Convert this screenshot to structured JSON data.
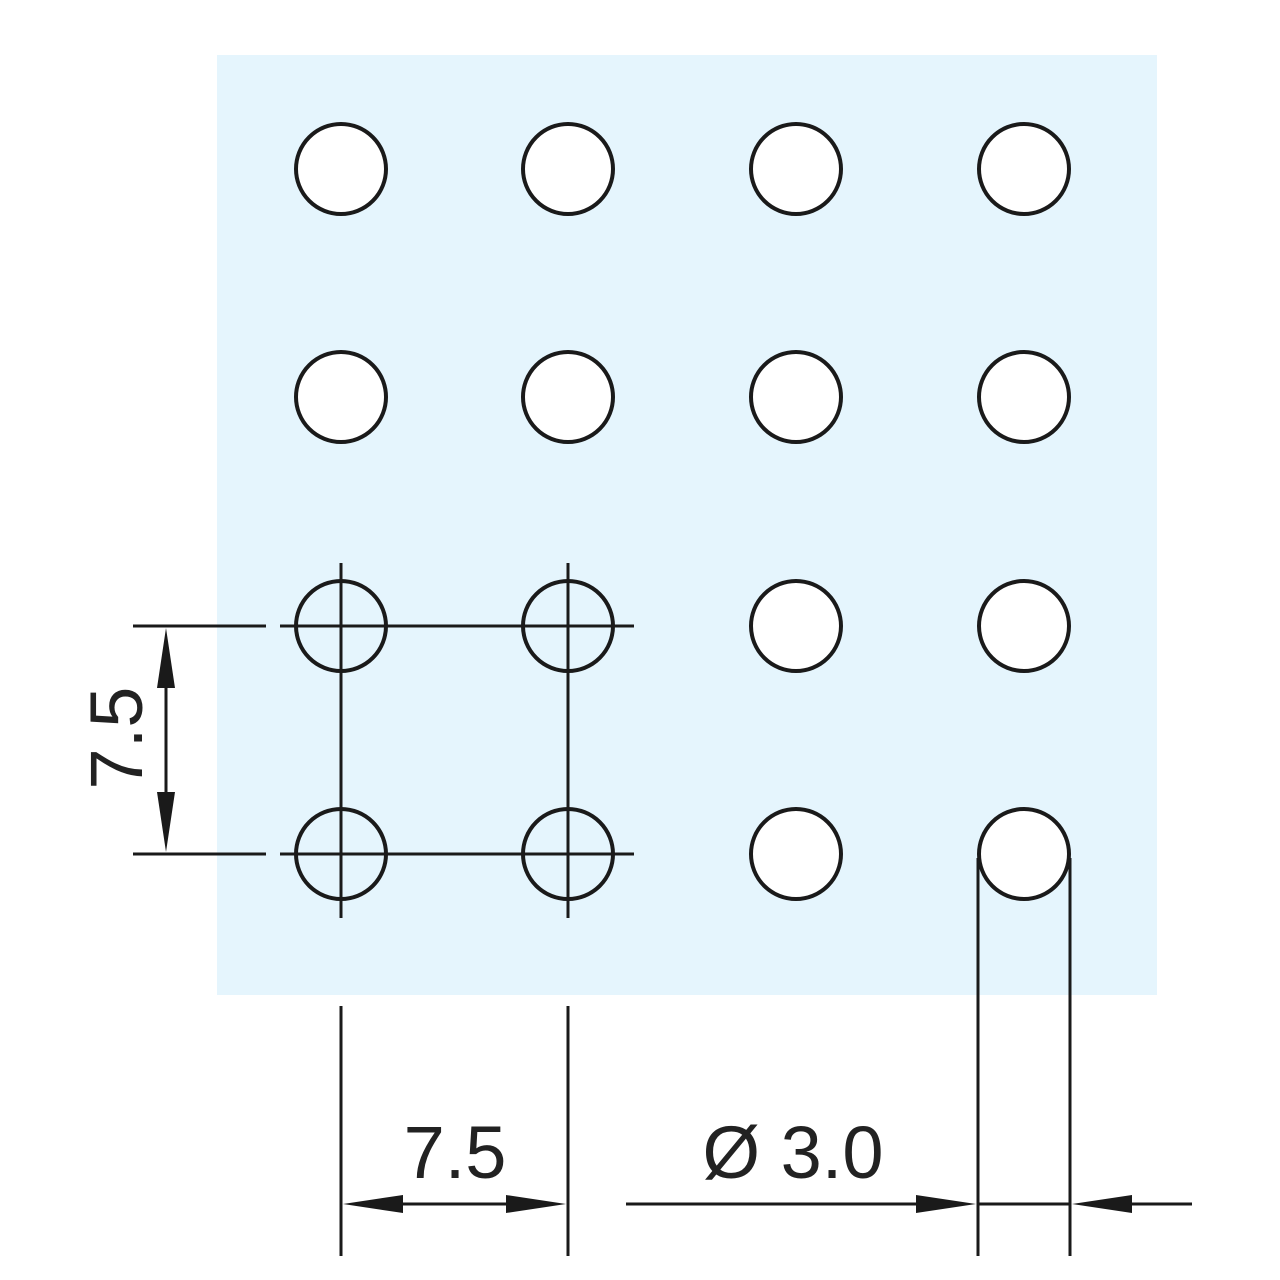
{
  "colors": {
    "plate": "#e5f5fd",
    "line": "#1a1a1a",
    "hole": "#ffffff"
  },
  "pattern": {
    "rows": 4,
    "columns": 4,
    "pitch_horizontal_label": "7.5",
    "pitch_vertical_label": "7.5",
    "hole_diameter_label": "Ø 3.0"
  }
}
